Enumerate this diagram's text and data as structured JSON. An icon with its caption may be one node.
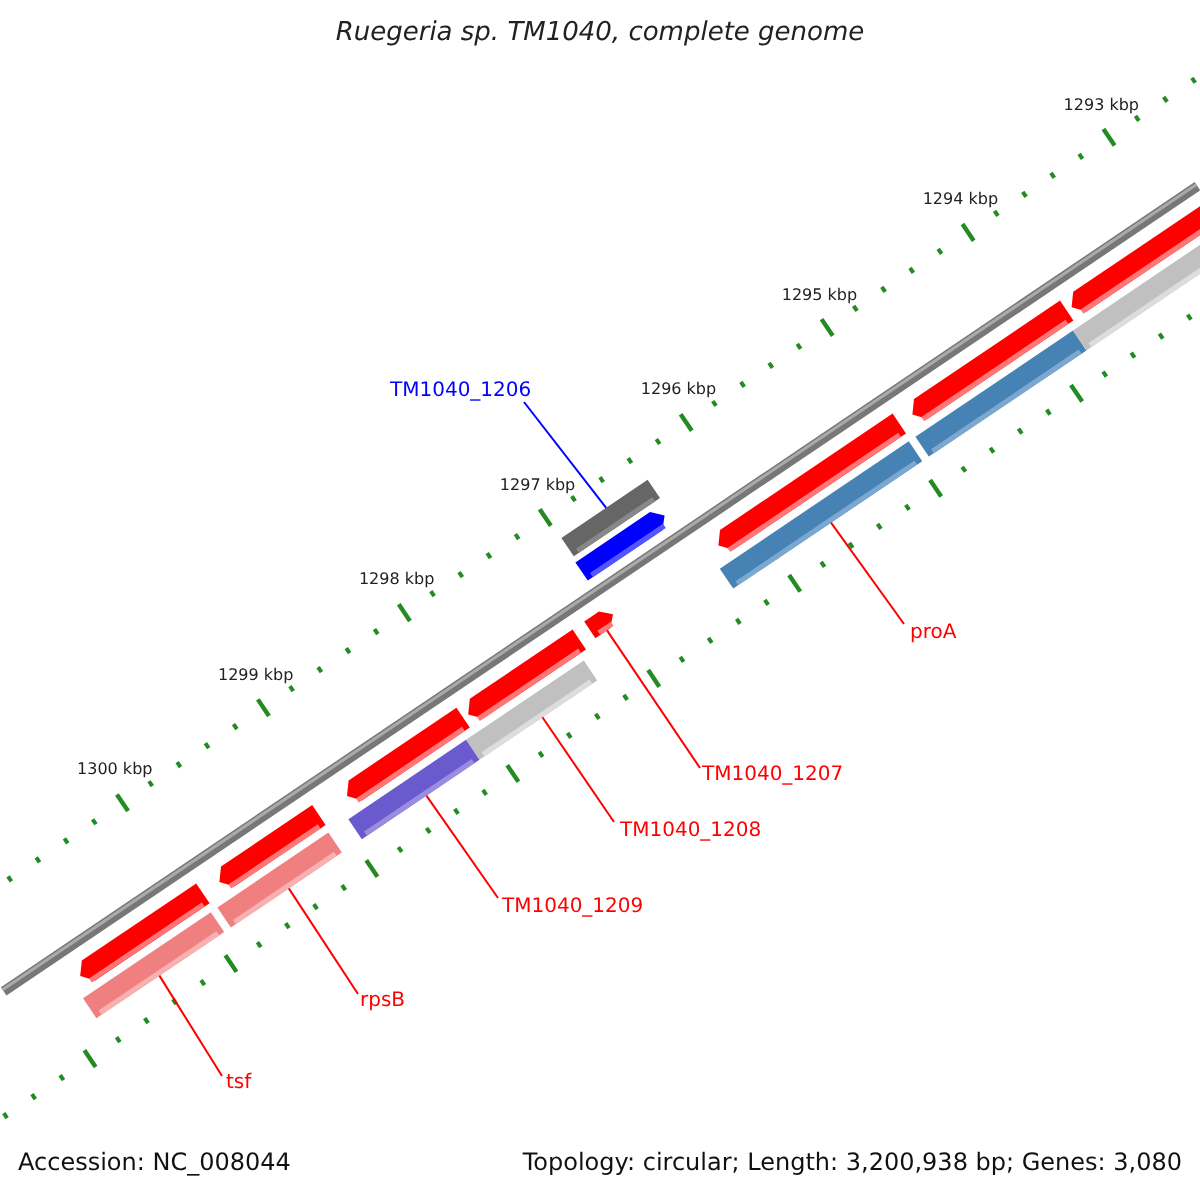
{
  "diagram": {
    "title": "Ruegeria sp. TM1040, complete genome",
    "nodes": [
      {
        "text": [
          "TM1040_1206"
        ]
      },
      {
        "text": [],
        "shape": "bar"
      },
      {
        "text": [
          "proA"
        ]
      },
      {
        "text": [],
        "shape": "bar"
      },
      {
        "text": [
          "TM1040_1207"
        ]
      },
      {
        "text": [],
        "shape": "bar"
      },
      {
        "text": [
          "TM1040_1208"
        ]
      },
      {
        "text": [],
        "shape": "bar"
      },
      {
        "text": [
          "TM1040_1209"
        ]
      },
      {
        "text": [],
        "shape": "bar"
      },
      {
        "text": [
          "rpsB"
        ]
      },
      {
        "text": [],
        "shape": "bar"
      },
      {
        "text": [
          "tsf"
        ]
      },
      {
        "text": [],
        "shape": "bar"
      }
    ],
    "edges": [
      {
        "from": 0,
        "to": 1,
        "arrow": "none",
        "color": "#0000ff"
      },
      {
        "from": 2,
        "to": 3,
        "arrow": "none"
      },
      {
        "from": 4,
        "to": 5,
        "arrow": "none"
      },
      {
        "from": 6,
        "to": 7,
        "arrow": "none"
      },
      {
        "from": 8,
        "to": 9,
        "arrow": "none"
      },
      {
        "from": 10,
        "to": 11,
        "arrow": "none"
      },
      {
        "from": 12,
        "to": 13,
        "arrow": "none"
      }
    ],
    "labels": [
      "1293 kbp",
      "1294 kbp",
      "1295 kbp",
      "1296 kbp",
      "1297 kbp",
      "1298 kbp",
      "1299 kbp",
      "1300 kbp",
      "Accession: NC_008044",
      "Topology: circular; Length: 3,200,938 bp; Genes: 3,080"
    ]
  }
}
